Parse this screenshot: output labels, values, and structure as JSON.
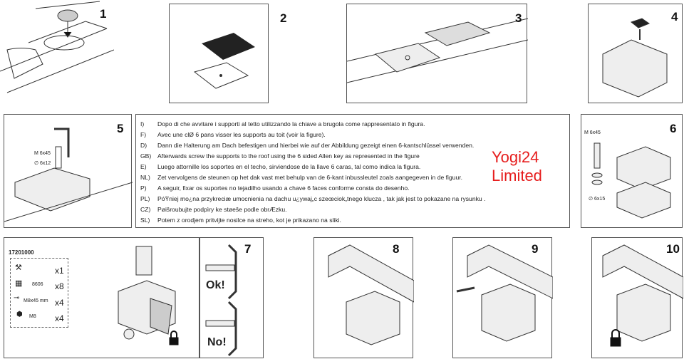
{
  "steps": {
    "s1": "1",
    "s2": "2",
    "s3": "3",
    "s4": "4",
    "s5": "5",
    "s6": "6",
    "s7": "7",
    "s8": "8",
    "s9": "9",
    "s10": "10"
  },
  "instructions": [
    {
      "code": "I)",
      "text": "Dopo di che avvitare i supporti al tetto utilizzando la chiave a brugola come rappresentato in figura."
    },
    {
      "code": "F)",
      "text": "Avec une clØ 6 pans visser les supports au toit (voir la figure)."
    },
    {
      "code": "D)",
      "text": "Dann die Halterung am Dach befestigen und hierbei wie auf der Abbildung gezeigt einen 6-kantschlüssel verwenden."
    },
    {
      "code": "GB)",
      "text": "Afterwards screw the supports to the roof using the 6 sided Allen key as  represented in the figure"
    },
    {
      "code": "E)",
      "text": "Luego attornille los soportes en el techo, sirviendose de la llave 6 caras, tal como indica la figura."
    },
    {
      "code": "NL)",
      "text": "Zet vervolgens de steunen op het dak vast met behulp van de 6-kant inbussleutel zoals aangegeven in de figuur."
    },
    {
      "code": "P)",
      "text": "A seguir, fixar os suportes no tejadilho usando a chave 6 faces  conforme consta do desenho."
    },
    {
      "code": "PL)",
      "text": "PóŸniej mo¿na przykreciæ umocnienia na dachu u¿ywaj„c szeœciok„tnego klucza , tak jak jest to pokazane na rysunku ."
    },
    {
      "code": "CZ)",
      "text": "Pøišroubujte podpìry ke støeše podle obrÆzku."
    },
    {
      "code": "SL)",
      "text": "Potem z orodjem pritvijte nosilce na streho, kot je prikazano na sliki."
    }
  ],
  "watermark": "Yogi24 Limited",
  "panel5": {
    "bolt": "M 6x45",
    "washer": "∅ 6x12"
  },
  "panel6": {
    "bolt": "M 6x45",
    "washer": "∅ 6x15"
  },
  "kit": {
    "code": "17201000",
    "items": [
      {
        "name": "",
        "qty": "x1"
      },
      {
        "name": "8606",
        "qty": "x8"
      },
      {
        "name": "M8x45 mm",
        "qty": "x4"
      },
      {
        "name": "M8",
        "qty": "x4"
      }
    ]
  },
  "panel7": {
    "ok": "Ok!",
    "no": "No!"
  }
}
